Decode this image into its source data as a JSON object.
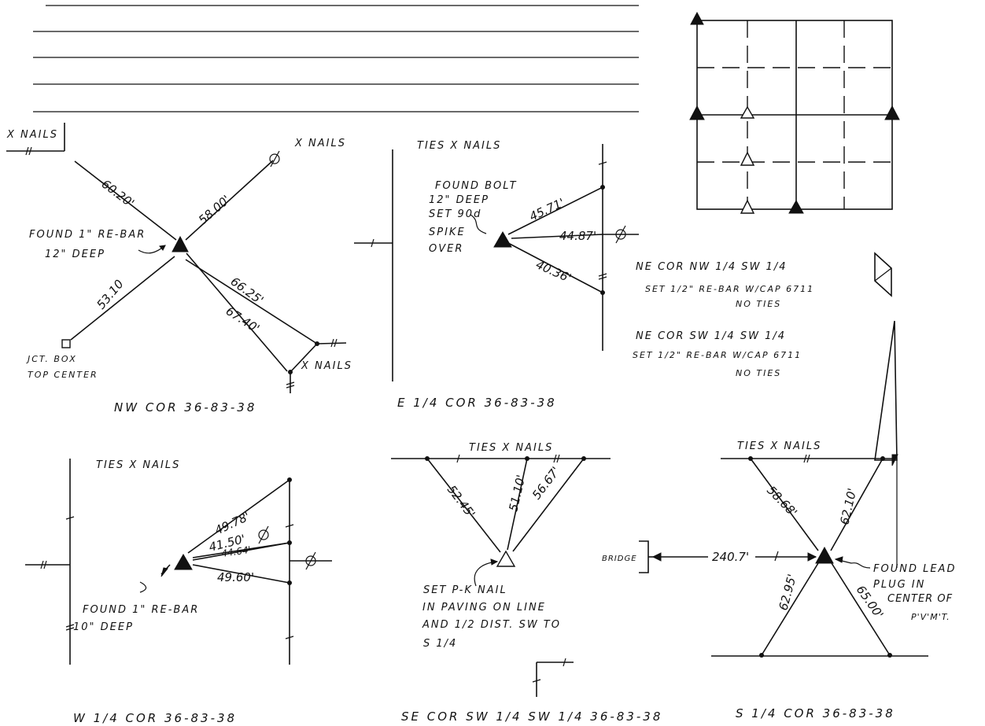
{
  "nw": {
    "left_label": "X NAILS",
    "right_label": "X NAILS",
    "d1": "60.20'",
    "d2": "58.00'",
    "d3": "53.10",
    "d4": "66.25'",
    "d5": "67.40'",
    "found1": "FOUND 1\" RE-BAR",
    "found2": "12\" DEEP",
    "box1": "JCT. BOX",
    "box2": "TOP CENTER",
    "nails_br": "X NAILS",
    "title": "NW COR 36-83-38"
  },
  "e": {
    "header": "TIES X NAILS",
    "found1": "FOUND BOLT",
    "found2": "12\" DEEP",
    "found3": "SET 90d",
    "found4": "SPIKE",
    "found5": "OVER",
    "d1": "45.71'",
    "d2": "44.87'",
    "d3": "40.36'",
    "title": "E 1/4 COR 36-83-38"
  },
  "notes": {
    "n1a": "NE COR NW 1/4 SW 1/4",
    "n1b": "SET 1/2\" RE-BAR W/CAP 6711",
    "n1c": "NO TIES",
    "n2a": "NE COR SW 1/4 SW 1/4",
    "n2b": "SET 1/2\" RE-BAR W/CAP 6711",
    "n2c": "NO TIES"
  },
  "w": {
    "header": "TIES X NAILS",
    "d1": "49.78'",
    "d2": "41.50'",
    "d3": "44.64'",
    "d4": "49.60'",
    "found1": "FOUND 1\" RE-BAR",
    "found2": "10\" DEEP",
    "title": "W 1/4 COR 36-83-38"
  },
  "se": {
    "header": "TIES X NAILS",
    "d1": "52.45'",
    "d2": "51.10'",
    "d3": "56.67'",
    "set1": "SET P-K NAIL",
    "set2": "IN PAVING ON LINE",
    "set3": "AND 1/2 DIST. SW TO",
    "set4": "S 1/4",
    "title": "SE COR SW 1/4 SW 1/4 36-83-38"
  },
  "s": {
    "header": "TIES X NAILS",
    "d1": "58.68'",
    "d2": "62.10'",
    "bridge": "BRIDGE",
    "d3": "240.7'",
    "d4": "62.95'",
    "d5": "65.00'",
    "found1": "FOUND LEAD",
    "found2": "PLUG IN",
    "found3": "CENTER OF",
    "found4": "P'V'M'T.",
    "title": "S 1/4 COR 36-83-38"
  }
}
